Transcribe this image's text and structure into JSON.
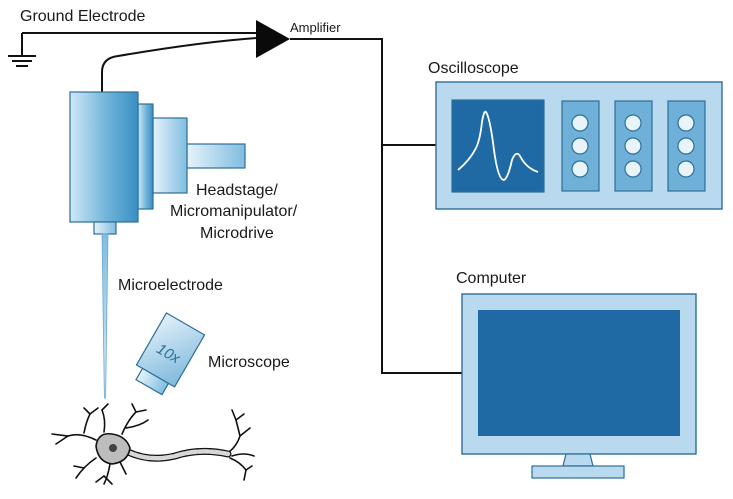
{
  "labels": {
    "ground_electrode": "Ground Electrode",
    "amplifier": "Amplifier",
    "oscilloscope": "Oscilloscope",
    "computer": "Computer",
    "headstage_line1": "Headstage/",
    "headstage_line2": "Micromanipulator/",
    "headstage_line3": "Microdrive",
    "microelectrode": "Microelectrode",
    "microscope": "Microscope",
    "objective_mark": "10x"
  }
}
